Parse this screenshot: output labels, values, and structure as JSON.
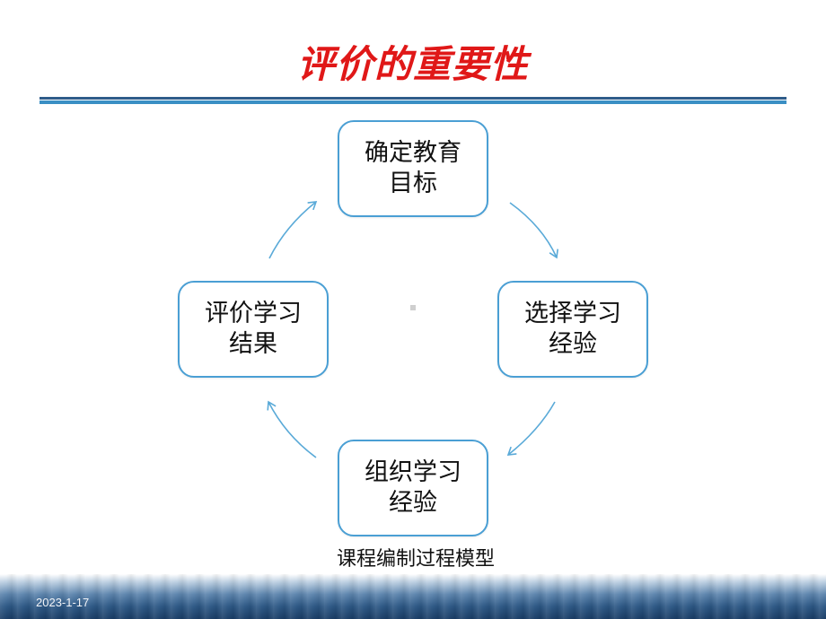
{
  "title": "评价的重要性",
  "diagram": {
    "nodes": [
      {
        "id": "top",
        "lines": [
          "确定教育",
          "目标"
        ]
      },
      {
        "id": "right",
        "lines": [
          "选择学习",
          "经验"
        ]
      },
      {
        "id": "bottom",
        "lines": [
          "组织学习",
          "经验"
        ]
      },
      {
        "id": "left",
        "lines": [
          "评价学习",
          "结果"
        ]
      }
    ],
    "caption": "课程编制过程模型",
    "arrow_color": "#5aaad8",
    "box_border_color": "#4a9fd4"
  },
  "footer": {
    "date": "2023-1-17"
  },
  "colors": {
    "title": "#e01818",
    "rule": "#3a8fc4"
  }
}
